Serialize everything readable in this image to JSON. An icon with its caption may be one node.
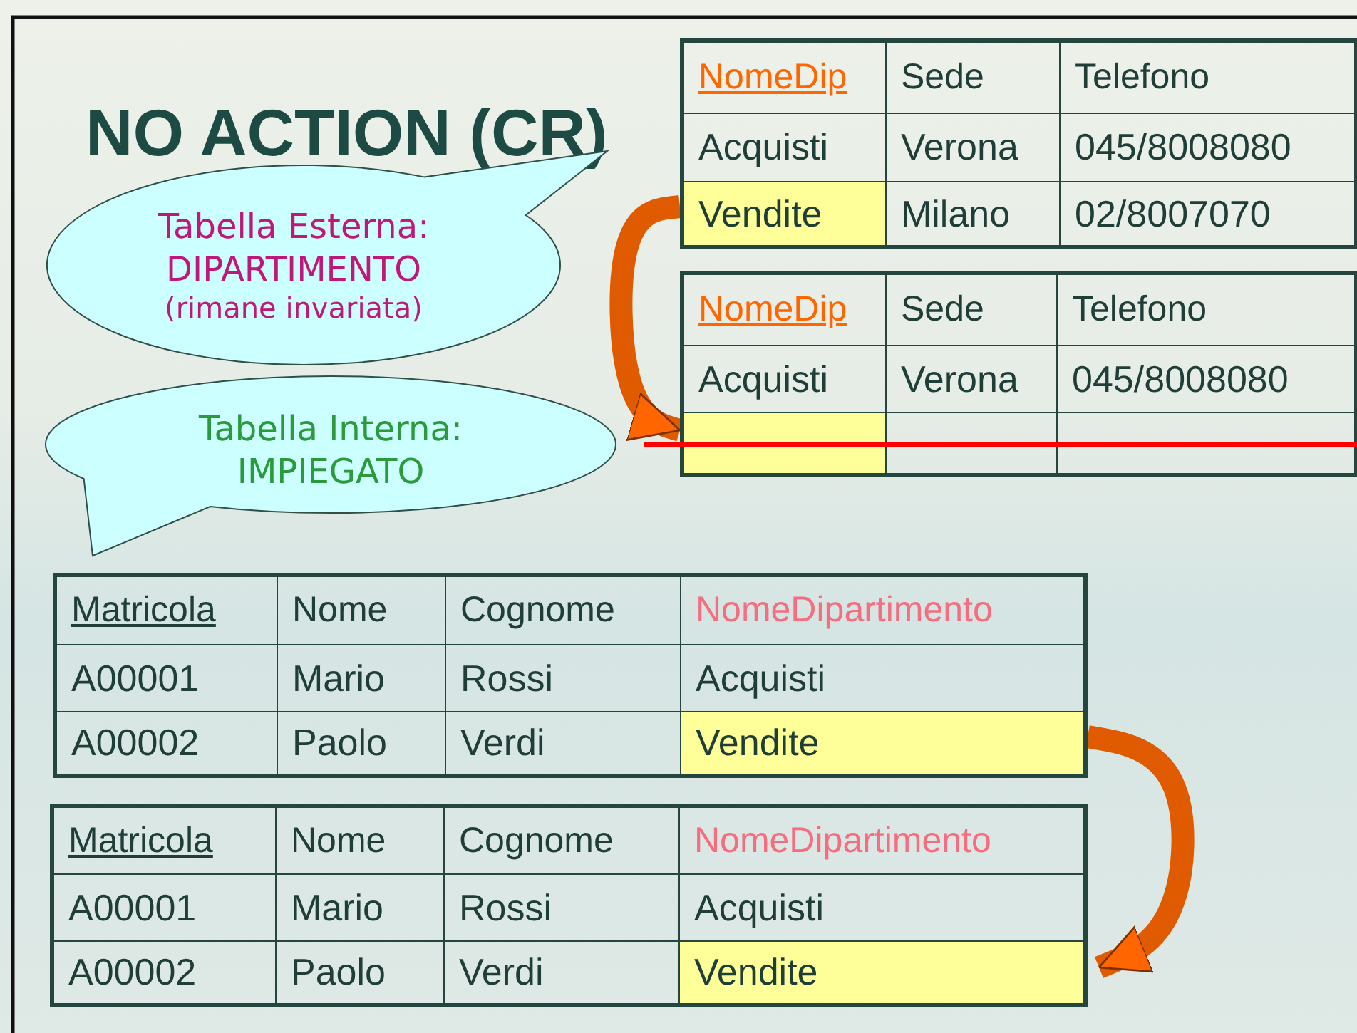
{
  "diagram": {
    "title": "NO ACTION (CR)",
    "nodes": [
      {
        "text": [
          "Tabella Esterna: DIPARTIMENTO",
          "(rimane invariata)"
        ]
      },
      {
        "text": [
          "NomeDip",
          "Sede",
          "Telefono",
          "Acquisti",
          "Verona",
          "045/8008080",
          "Vendite",
          "Milano",
          "02/8007070"
        ]
      },
      {
        "text": [
          "NomeDip",
          "Sede",
          "Telefono",
          "Acquisti",
          "Verona",
          "045/8008080"
        ]
      },
      {
        "text": [
          "Tabella Interna: IMPIEGATO"
        ]
      },
      {
        "text": [
          "Matricola",
          "Nome",
          "Cognome",
          "NomeDipartimento",
          "A00001",
          "Mario",
          "Rossi",
          "Acquisti",
          "A00002",
          "Paolo",
          "Verdi",
          "Vendite"
        ]
      },
      {
        "text": [
          "Matricola",
          "Nome",
          "Cognome",
          "NomeDipartimento",
          "A00001",
          "Mario",
          "Rossi",
          "Acquisti",
          "A00002",
          "Paolo",
          "Verdi",
          "Vendite"
        ]
      }
    ],
    "edges": [
      {
        "from": 1,
        "to": 2,
        "arrow": "to"
      },
      {
        "from": 4,
        "to": 5,
        "arrow": "to"
      }
    ]
  }
}
